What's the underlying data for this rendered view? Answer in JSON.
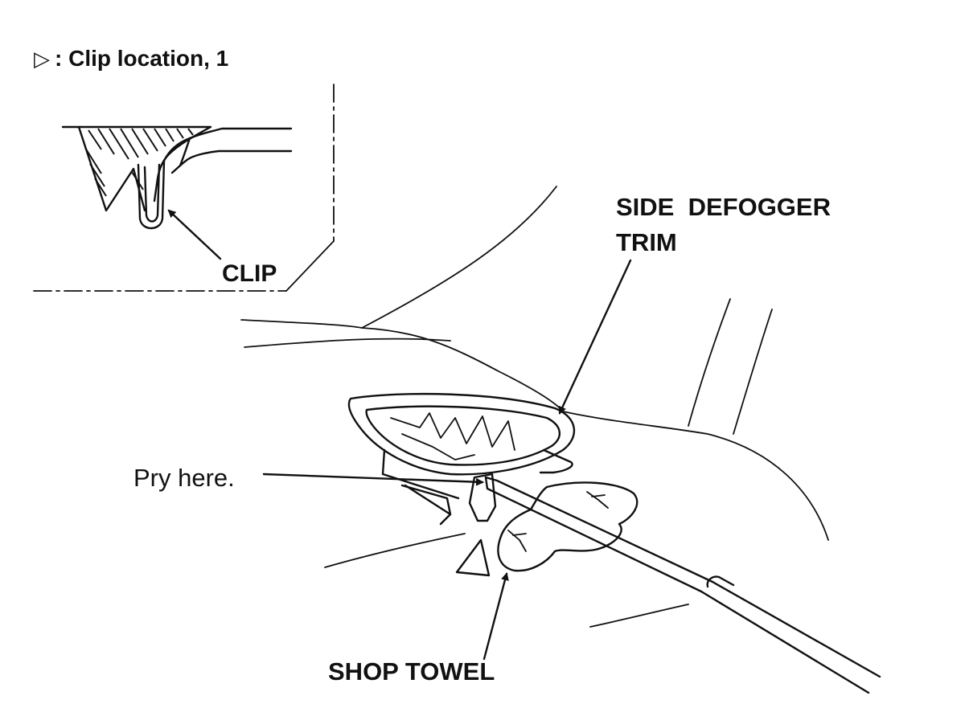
{
  "header": {
    "symbol": "▷",
    "title": ": Clip location, 1"
  },
  "labels": {
    "clip": "CLIP",
    "side_defogger_trim_line1": "SIDE  DEFOGGER",
    "side_defogger_trim_line2": "TRIM",
    "pry_here": "Pry here.",
    "shop_towel": "SHOP TOWEL"
  },
  "colors": {
    "ink": "#111111",
    "background": "#ffffff"
  }
}
